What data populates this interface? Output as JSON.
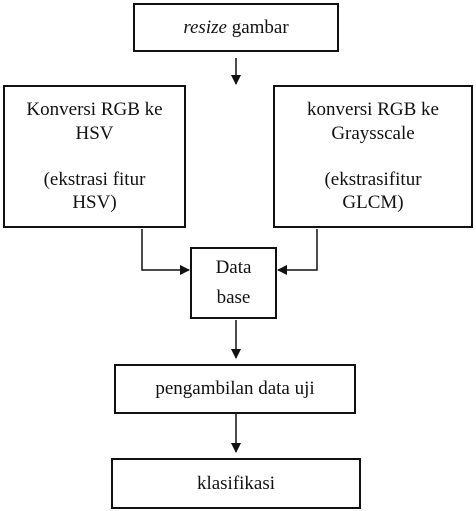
{
  "diagram": {
    "resize": {
      "emphasis": "resize",
      "rest": "gambar"
    },
    "hsv": {
      "line1": "Konversi RGB ke",
      "line2": "HSV",
      "line3": "(ekstrasi fitur",
      "line4": "HSV)"
    },
    "gray": {
      "line1": "konversi RGB ke",
      "line2": "Graysscale",
      "line3": "(ekstrasifitur",
      "line4": "GLCM)"
    },
    "database": {
      "line1": "Data",
      "line2": "base"
    },
    "uji": "pengambilan data uji",
    "klasifikasi": "klasifikasi"
  }
}
